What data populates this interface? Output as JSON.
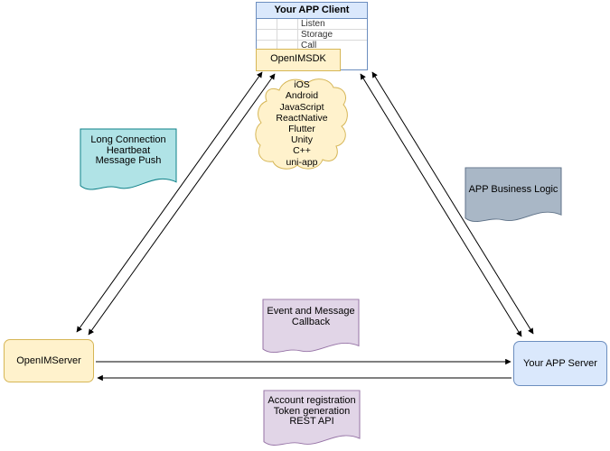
{
  "client": {
    "title": "Your APP Client",
    "rows": [
      "Listen",
      "Storage",
      "Call"
    ],
    "sdk": "OpenIMSDK"
  },
  "cloud": {
    "platforms": [
      "iOS",
      "Android",
      "JavaScript",
      "ReactNative",
      "Flutter",
      "Unity",
      "C++",
      "uni-app"
    ]
  },
  "notes": {
    "long_connection": {
      "lines": [
        "Long Connection",
        "Heartbeat",
        "Message Push"
      ]
    },
    "business_logic": {
      "lines": [
        "APP Business Logic"
      ]
    },
    "callback": {
      "lines": [
        "Event and Message",
        "Callback"
      ]
    },
    "rest": {
      "lines": [
        "Account registration",
        "Token generation",
        "REST API"
      ]
    }
  },
  "nodes": {
    "openim_server": "OpenIMServer",
    "app_server": "Your APP Server"
  },
  "colors": {
    "blue_fill": "#dae8fc",
    "blue_border": "#6c8ebf",
    "yellow_fill": "#fff2cc",
    "yellow_border": "#d6b656",
    "teal_fill": "#b0e3e6",
    "teal_border": "#0e8088",
    "gray_fill": "#a9b7c6",
    "gray_border": "#5f7288",
    "purple_fill": "#e1d5e7",
    "purple_border": "#9673a6",
    "arrow": "#000000"
  }
}
